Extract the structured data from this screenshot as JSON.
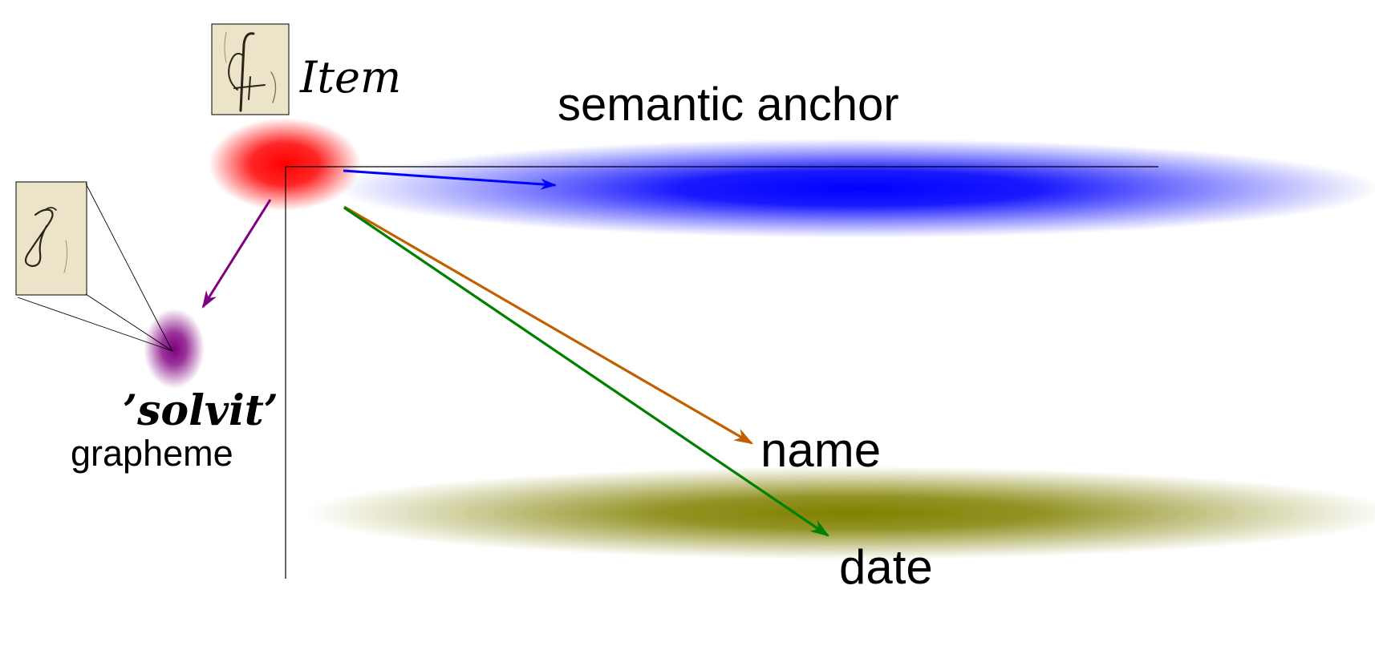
{
  "labels": {
    "item": "Item",
    "semantic_anchor": "semantic anchor",
    "solvit": "’solvit’",
    "grapheme": "grapheme",
    "name": "name",
    "date": "date"
  },
  "colors": {
    "item_blob": "#ff0000",
    "semantic_anchor_blob": "#0000ff",
    "grapheme_blob": "#800080",
    "name_date_blob": "#808000",
    "arrow_to_anchor": "#0000ff",
    "arrow_to_grapheme": "#800080",
    "arrow_to_name": "#c06000",
    "arrow_to_date": "#008000",
    "thumbnail_bg": "#ece4c8",
    "axis": "#000000"
  },
  "icons": {
    "item_thumbnail": "handwritten-item-glyph-icon",
    "grapheme_thumbnail": "handwritten-solvit-glyph-icon"
  }
}
